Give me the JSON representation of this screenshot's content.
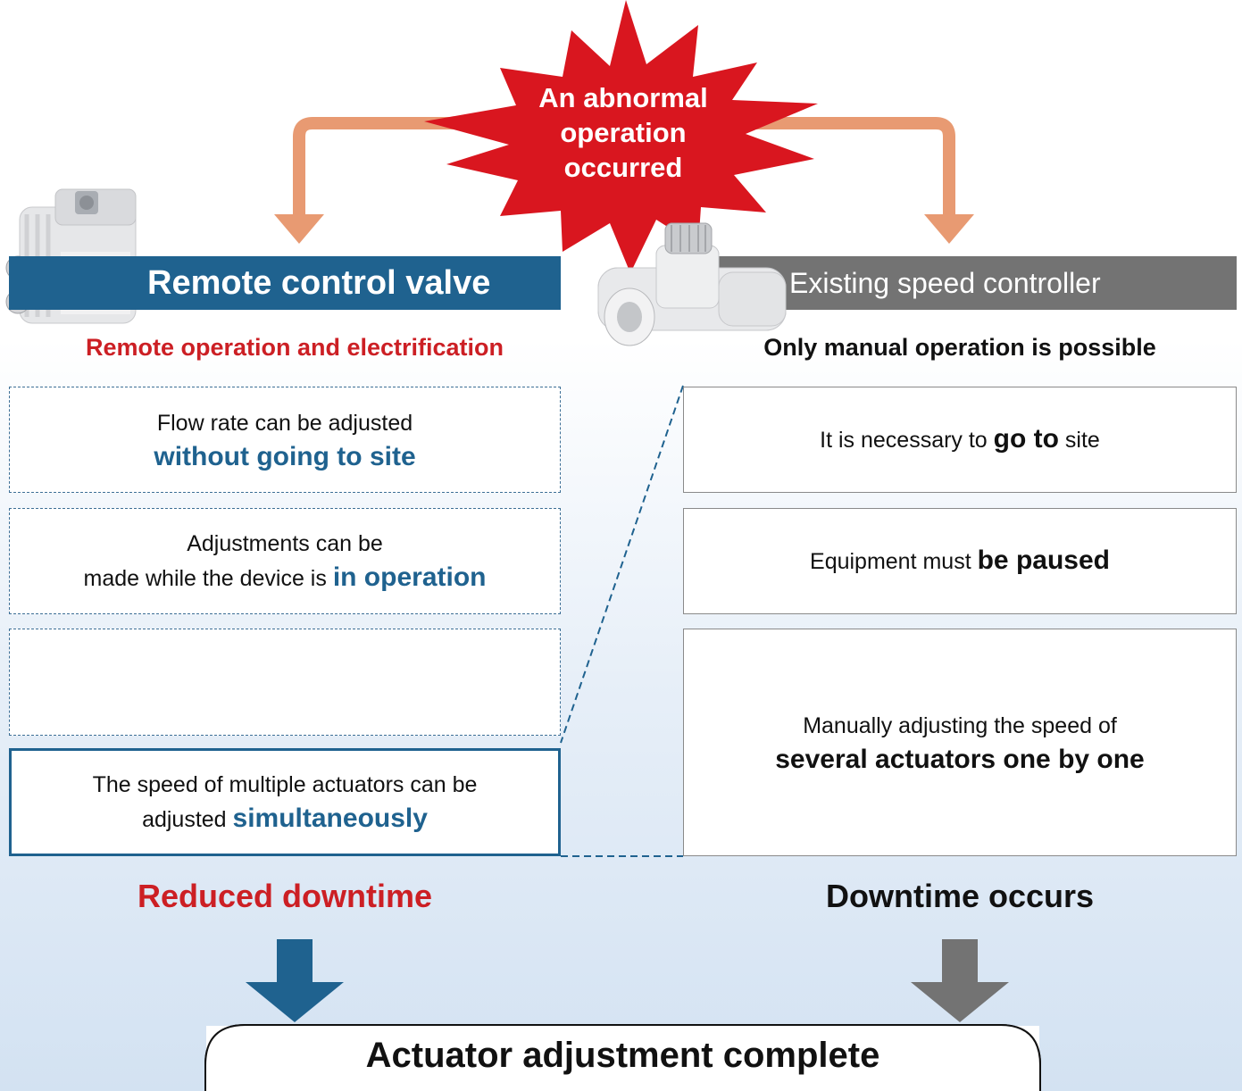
{
  "colors": {
    "accent_blue": "#1f628f",
    "accent_red": "#cc1f24",
    "burst_red": "#d9161f",
    "arrow_orange": "#e89a72",
    "gray": "#737373"
  },
  "burst": {
    "line1": "An abnormal",
    "line2": "operation",
    "line3": "occurred"
  },
  "left": {
    "banner": "Remote control valve",
    "product_image": "remote-control-valve-photo",
    "subtitle": "Remote operation and electrification",
    "box1": {
      "line1": "Flow rate can be adjusted",
      "line2": "without going to site"
    },
    "box2": {
      "line1": "Adjustments can be",
      "line2_prefix": "made while the device is ",
      "line2_hl": "in operation"
    },
    "box4": {
      "line1": "The speed of multiple actuators can be",
      "line2_prefix": "adjusted ",
      "line2_hl": "simultaneously"
    },
    "result": "Reduced downtime"
  },
  "right": {
    "banner": "Existing speed controller",
    "product_image": "speed-controller-photo",
    "subtitle": "Only manual operation is possible",
    "box1": {
      "prefix": "It is necessary to ",
      "hl": "go to",
      "suffix": " site"
    },
    "box2": {
      "prefix": "Equipment must ",
      "hl": "be paused"
    },
    "box3": {
      "line1": "Manually adjusting the speed of",
      "line2": "several actuators one by one"
    },
    "result": "Downtime occurs"
  },
  "final": "Actuator adjustment complete"
}
